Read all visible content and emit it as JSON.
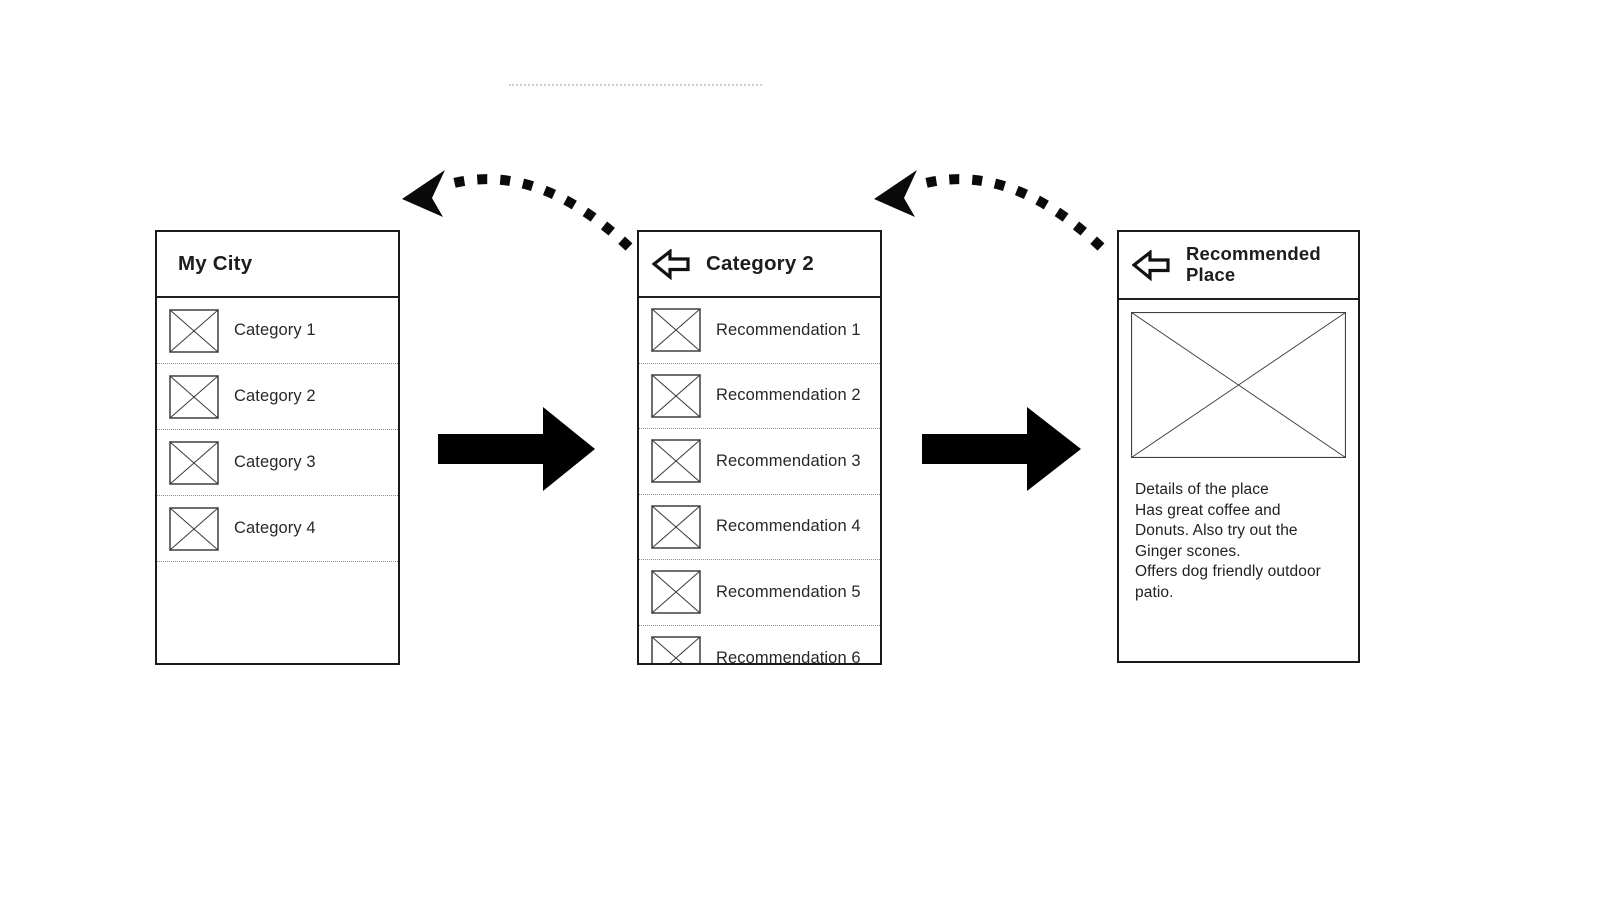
{
  "page": {
    "background": "#ffffff",
    "type": "mobile-app-wireframe-flow"
  },
  "colors": {
    "ink": "#1a1a1a",
    "text": "#202124",
    "separator_dotted": "#8e8e8e",
    "faint_guide_line": "#cfcfcf",
    "arrow_fill": "#000000"
  },
  "icons": {
    "back": "back-arrow-icon",
    "image_placeholder": "image-placeholder-icon"
  },
  "screens": [
    {
      "name": "my-city",
      "title": "My City",
      "has_back_button": false,
      "items": [
        "Category 1",
        "Category 2",
        "Category 3",
        "Category 4"
      ]
    },
    {
      "name": "category-2",
      "title": "Category 2",
      "has_back_button": true,
      "items": [
        "Recommendation 1",
        "Recommendation 2",
        "Recommendation 3",
        "Recommendation 4",
        "Recommendation 5",
        "Recommendation 6"
      ],
      "note": "last item clipped by screen edge"
    },
    {
      "name": "recommended-place",
      "title": "Recommended Place",
      "has_back_button": true,
      "details": [
        "Details of the place",
        "Has great coffee and",
        "Donuts. Also try out the",
        "Ginger scones.",
        "Offers dog friendly outdoor",
        "patio."
      ]
    }
  ],
  "connectors": {
    "forward_arrows": 2,
    "back_arcs": 2,
    "back_arc_style": "dotted curve with left-pointing arrowhead"
  }
}
